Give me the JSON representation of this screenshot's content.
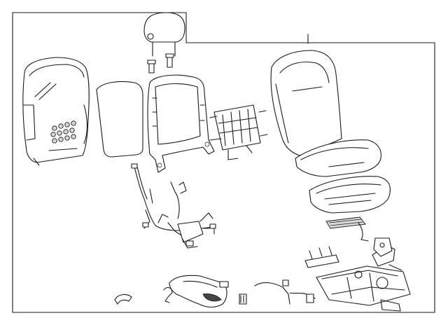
{
  "diagram": {
    "colors": {
      "line": "#1a1a1a",
      "background": "#ffffff",
      "shade": "#d9d9d9"
    },
    "parts": [
      "seat-back-cover",
      "seat-back-panel",
      "headrest",
      "headrest-guides",
      "seat-back-frame",
      "lumbar-support",
      "seat-assembly",
      "seat-cushion-pad",
      "heater-mat",
      "wiring-harness",
      "seat-track",
      "side-trim",
      "small-clips"
    ]
  }
}
